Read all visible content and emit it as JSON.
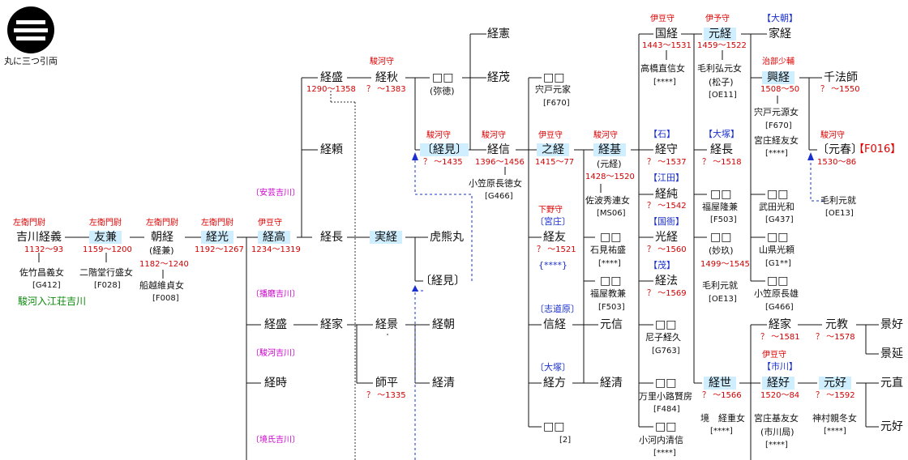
{
  "crest": {
    "label": "丸に三つ引両"
  },
  "gen0": {
    "name": "吉川経義",
    "title": "左衛門尉",
    "dates": "1132～93",
    "wife": "佐竹昌義女",
    "ref": "[G412]",
    "note": "駿河入江荘吉川"
  },
  "gen1": {
    "name": "友兼",
    "title": "左衛門尉",
    "dates": "1159～1200",
    "wife": "二階堂行盛女",
    "ref": "[F028]"
  },
  "gen2": {
    "name": "朝経",
    "title": "左衛門尉",
    "alias": "(経兼)",
    "dates": "1182～1240",
    "wife": "船越維貞女",
    "ref": "[F008]"
  },
  "gen3": {
    "name": "経光",
    "title": "左衛門尉",
    "dates": "1192～1267"
  },
  "gen4": {
    "name": "経高",
    "title": "伊豆守",
    "dates": "1234～1319"
  },
  "branches": {
    "aki": "〔安芸吉川〕",
    "harima": "〔播磨吉川〕",
    "suruga": "〔駿河吉川〕",
    "sakai": "〔境氏吉川〕"
  },
  "col5": {
    "keisei1": {
      "name": "経盛",
      "dates": "1290～1358"
    },
    "keirai": {
      "name": "経頼"
    },
    "keicho": {
      "name": "経長"
    },
    "keisei2": {
      "name": "経盛"
    },
    "keiji": {
      "name": "経時"
    }
  },
  "col6": {
    "keishu": {
      "name": "経秋",
      "title": "駿河守",
      "dates": "？ ～1383"
    },
    "jitsukei": {
      "name": "実経"
    },
    "keika": {
      "name": "経家"
    },
    "keikei": {
      "name": "経景"
    },
    "shihei": {
      "name": "師平",
      "dates": "？ ～1335"
    }
  },
  "col7": {
    "unknown": {
      "name": "□□",
      "alias": "(弥徳)"
    },
    "keiken1": {
      "name": "〔経見〕",
      "title": "駿河守",
      "dates": "？ ～1435"
    },
    "kumamaru": {
      "name": "虎熊丸"
    },
    "keiken2": {
      "name": "〔経見〕"
    },
    "keicho": {
      "name": "経朝"
    },
    "keisei": {
      "name": "経清"
    }
  },
  "col8": {
    "keiken": {
      "name": "経憲"
    },
    "keimo": {
      "name": "経茂"
    },
    "keishin": {
      "name": "経信",
      "title": "駿河守",
      "dates": "1396～1456",
      "wife": "小笠原長徳女",
      "ref": "[G466]"
    }
  },
  "col9": {
    "unknown": {
      "name": "□□",
      "wife": "宍戸元家",
      "ref": "[F670]"
    },
    "shikei": {
      "name": "之経",
      "title": "伊豆守",
      "dates": "1415～77"
    },
    "keiyu": {
      "name": "経友",
      "title": "下野守",
      "clan": "〔宮庄〕",
      "dates": "？ ～1521",
      "ref2": "{****}"
    },
    "shinkei": {
      "name": "信経",
      "clan": "〔志道原〕"
    },
    "keiho": {
      "name": "経方",
      "clan": "〔大塚〕"
    },
    "unknown2": {
      "name": "□□",
      "ref": "[2]"
    }
  },
  "col10": {
    "keiki": {
      "name": "経基",
      "title": "駿河守",
      "alias": "(元経)",
      "dates": "1428～1520",
      "wife": "佐波秀連女",
      "ref": "[MS06]"
    },
    "u1": {
      "name": "□□",
      "wife": "石見祐盛",
      "ref": "[****]"
    },
    "u2": {
      "name": "□□",
      "wife": "福屋教兼",
      "ref": "[F503]"
    },
    "motonobu": {
      "name": "元信"
    },
    "keisei": {
      "name": "経清"
    }
  },
  "col11": {
    "kuniyoshi": {
      "name": "国経",
      "title": "伊豆守",
      "dates": "1443～1531",
      "wife": "高橋直信女",
      "ref": "[****]"
    },
    "keishu": {
      "name": "経守",
      "clan": "【石】",
      "dates": "？ ～1537"
    },
    "keijun": {
      "name": "経純",
      "clan": "【江田】",
      "dates": "？ ～1542"
    },
    "kokei": {
      "name": "光経",
      "clan": "【国衙】",
      "dates": "？ ～1560"
    },
    "keiho": {
      "name": "経法",
      "clan": "【茂】",
      "dates": "？ ～1569"
    },
    "u1": {
      "name": "□□",
      "wife": "尼子経久",
      "ref": "[G763]"
    },
    "u2": {
      "name": "□□",
      "wife": "万里小路賢房",
      "ref": "[F484]"
    },
    "u3": {
      "name": "□□",
      "wife": "小河内清信",
      "ref": "[****]"
    }
  },
  "col12": {
    "motoyoshi": {
      "name": "元経",
      "title": "伊予守",
      "dates": "1459～1522",
      "wife": "毛利弘元女",
      "alias": "(松子)",
      "ref": "[OE11]"
    },
    "keicho": {
      "name": "経長",
      "clan": "【大塚】",
      "dates": "？ ～1518"
    },
    "u1": {
      "name": "□□",
      "wife": "福屋隆兼",
      "ref": "[F503]"
    },
    "u2": {
      "name": "□□",
      "alias": "(妙玖)",
      "dates": "1499～1545",
      "wife": "毛利元就",
      "ref": "[OE13]"
    },
    "keisei": {
      "name": "経世",
      "dates": "？ ～1566",
      "wife": "境　経重女",
      "ref": "[****]"
    }
  },
  "col13": {
    "ieyoshi": {
      "name": "家経",
      "clan": "【大朝】"
    },
    "okiyoshi": {
      "name": "興経",
      "title": "治部少輔",
      "dates": "1508～50",
      "wife": "宍戸元源女",
      "ref": "[F670]",
      "wife2": "宮庄経友女",
      "ref2": "[****]"
    },
    "u1": {
      "name": "□□",
      "wife": "武田光和",
      "ref": "[G437]"
    },
    "u2": {
      "name": "□□",
      "wife": "山県光頼",
      "ref": "[G1**]"
    },
    "u3": {
      "name": "□□",
      "wife": "小笠原長雄",
      "ref": "[G466]"
    },
    "keika": {
      "name": "経家",
      "dates": "？ ～1581"
    },
    "keiko": {
      "name": "経好",
      "title": "伊豆守",
      "clan": "【市川】",
      "dates": "1520～84",
      "wife": "宮庄基友女",
      "alias": "(市川局)",
      "ref": "[****]"
    }
  },
  "col14": {
    "senhoshi": {
      "name": "千法師",
      "dates": "？ ～1550"
    },
    "motoharu": {
      "name": "〔元春〕",
      "title": "駿河守",
      "dates": "1530～86",
      "tag": "【F016】",
      "wife": "毛利元就",
      "ref": "[OE13]"
    },
    "motonori": {
      "name": "元教",
      "dates": "？ ～1578"
    },
    "motoyoshi": {
      "name": "元好",
      "dates": "？ ～1592",
      "wife": "神村親冬女",
      "ref": "[****]"
    }
  },
  "col15": {
    "keiko": {
      "name": "景好"
    },
    "keien": {
      "name": "景延"
    },
    "motona": {
      "name": "元直"
    },
    "motoyoshi": {
      "name": "元好"
    }
  }
}
